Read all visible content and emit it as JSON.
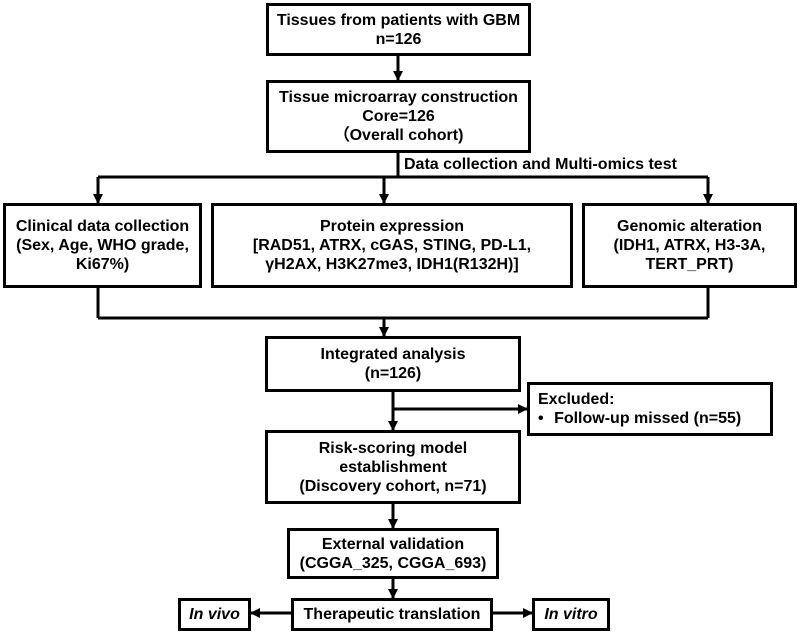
{
  "nodes": {
    "tissues": {
      "lines": [
        "Tissues from patients with GBM",
        "n=126"
      ]
    },
    "tma": {
      "lines": [
        "Tissue microarray construction",
        "Core=126",
        "（Overall cohort)"
      ]
    },
    "collection_label": "Data collection and Multi-omics test",
    "clinical": {
      "lines": [
        "Clinical data collection",
        "(Sex, Age, WHO grade,",
        "Ki67%)"
      ]
    },
    "protein": {
      "lines": [
        "Protein expression",
        "[RAD51, ATRX, cGAS, STING, PD-L1,",
        "γH2AX, H3K27me3, IDH1(R132H)]"
      ]
    },
    "genomic": {
      "lines": [
        "Genomic alteration",
        "(IDH1, ATRX, H3-3A,",
        "TERT_PRT)"
      ]
    },
    "integrated": {
      "lines": [
        "Integrated analysis",
        "(n=126)"
      ]
    },
    "excluded": {
      "title": "Excluded:",
      "bullet": "•",
      "item": "Follow-up missed (n=55)"
    },
    "risk": {
      "lines": [
        "Risk-scoring model",
        "establishment",
        "(Discovery cohort, n=71)"
      ]
    },
    "external": {
      "lines": [
        "External validation",
        "(CGGA_325, CGGA_693)"
      ]
    },
    "therapeutic": {
      "lines": [
        "Therapeutic translation"
      ]
    },
    "in_vivo": "In vivo",
    "in_vitro": "In vitro"
  }
}
